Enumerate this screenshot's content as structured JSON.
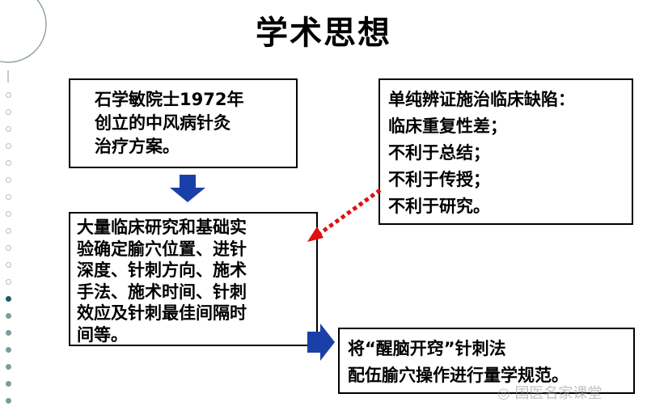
{
  "title": "学术思想",
  "box_origin": {
    "lines": [
      "石学敏院士1972年",
      "创立的中风病针灸",
      "治疗方案。"
    ]
  },
  "box_deficits": {
    "lines": [
      "单纯辨证施治临床缺陷：",
      "临床重复性差；",
      "不利于总结；",
      "不利于传授；",
      "不利于研究。"
    ]
  },
  "box_research": {
    "lines": [
      "大量临床研究和基础实",
      "验确定腧穴位置、进针",
      "深度、针刺方向、施术",
      "手法、施术时间、针刺",
      "效应及针刺最佳间隔时",
      "间等。"
    ]
  },
  "box_result": {
    "lines": [
      "将“醒脑开窍”针刺法",
      "配伍腧穴操作进行量学规范。"
    ]
  },
  "watermark": "国医名家课堂",
  "colors": {
    "arrow_blue": "#1a3fa8",
    "arrow_red": "#e01010",
    "dot_dark": "#1f5a70",
    "dot_grey": "#7f9aa0"
  }
}
